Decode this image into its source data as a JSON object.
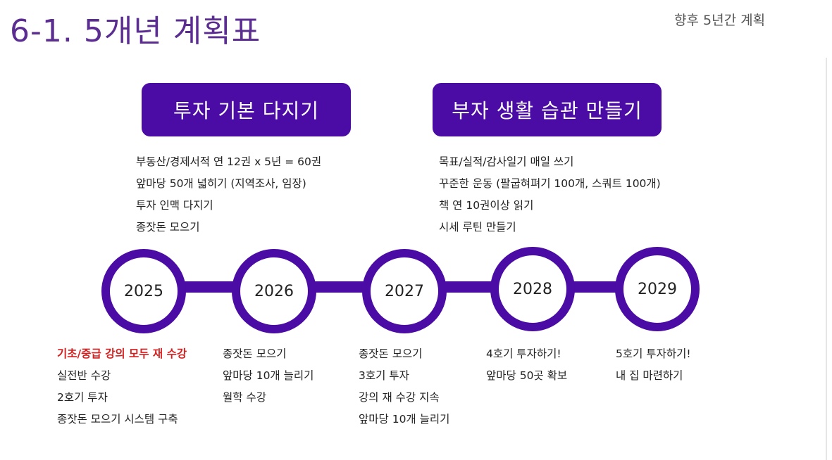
{
  "title": "6-1. 5개년 계획표",
  "subtitle": "향후 5년간 계획",
  "banners": {
    "left": "투자 기본 다지기",
    "right": "부자 생활 습관 만들기"
  },
  "top_left_items": [
    "부동산/경제서적 연 12권 x 5년 = 60권",
    "앞마당 50개 넓히기 (지역조사, 임장)",
    "투자 인맥 다지기",
    "종잣돈 모으기"
  ],
  "top_right_items": [
    "목표/실적/감사일기 매일 쓰기",
    "꾸준한 운동 (팔굽혀펴기 100개, 스쿼트 100개)",
    "책 연 10권이상  읽기",
    "시세 루틴 만들기"
  ],
  "years": [
    "2025",
    "2026",
    "2027",
    "2028",
    "2029"
  ],
  "year_plans": {
    "y2025": [
      "기초/중급 강의 모두 재 수강",
      "실전반 수강",
      "2호기 투자",
      "종잣돈 모으기 시스템 구축"
    ],
    "y2026": [
      "종잣돈 모으기",
      "앞마당 10개 늘리기",
      "월학 수강"
    ],
    "y2027": [
      "종잣돈 모으기",
      "3호기 투자",
      "강의 재 수강 지속",
      "앞마당 10개 늘리기"
    ],
    "y2028": [
      "4호기 투자하기!",
      "앞마당 50곳 확보"
    ],
    "y2029": [
      "5호기 투자하기!",
      "내 집 마련하기"
    ]
  },
  "colors": {
    "accent": "#4b0ba5",
    "title": "#5b2d91",
    "highlight": "#d61f1f"
  }
}
